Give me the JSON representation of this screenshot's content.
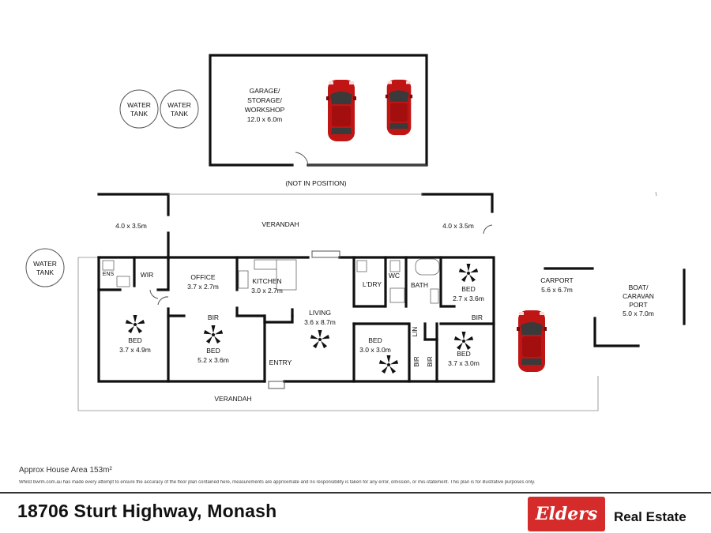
{
  "colors": {
    "car_body": "#c01515",
    "car_dark": "#7a0808",
    "wall": "#111111",
    "brand_red": "#d62b2b"
  },
  "tanks": [
    {
      "label": "WATER\nTANK"
    },
    {
      "label": "WATER\nTANK"
    },
    {
      "label": "WATER\nTANK"
    }
  ],
  "garage": {
    "title_lines": [
      "GARAGE/",
      "STORAGE/",
      "WORKSHOP"
    ],
    "size": "12.0 x 6.0m",
    "note": "(NOT IN POSITION)"
  },
  "rooms": {
    "verandah_top": "VERANDAH",
    "verandah_bottom": "VERANDAH",
    "deck_left": "4.0 x 3.5m",
    "deck_right": "4.0 x 3.5m",
    "ens": "ENS",
    "wir": "WIR",
    "office": {
      "name": "OFFICE",
      "size": "3.7 x 2.7m"
    },
    "kitchen": {
      "name": "KITCHEN",
      "size": "3.0 x 2.7m"
    },
    "living": {
      "name": "LIVING",
      "size": "3.6 x 8.7m"
    },
    "ldry": "L'DRY",
    "wc": "WC",
    "bath": "BATH",
    "bed_tr": {
      "name": "BED",
      "size": "2.7 x 3.6m"
    },
    "bed_main": {
      "name": "BED",
      "size": "3.7 x 4.9m"
    },
    "bed_2": {
      "name": "BED",
      "size": "5.2 x 3.6m"
    },
    "bed_3": {
      "name": "BED",
      "size": "3.0 x 3.0m"
    },
    "bed_4": {
      "name": "BED",
      "size": "3.7 x 3.0m"
    },
    "bir_a": "BIR",
    "bir_b": "BIR",
    "bir_c": "BIR",
    "bir_d": "BIR",
    "lin": "LIN",
    "entry": "ENTRY",
    "carport": {
      "name": "CARPORT",
      "size": "5.6 x 6.7m"
    },
    "boat": {
      "lines": [
        "BOAT/",
        "CARAVAN",
        "PORT"
      ],
      "size": "5.0 x 7.0m"
    }
  },
  "footer": {
    "area": "Approx House Area 153m²",
    "disclaimer": "Whilst bwrm.com.au has made every attempt to ensure the accuracy of the floor plan contained here, measurements are approximate and no responsibility is taken for any error, omission, or mis-statement. This plan is for illustrative purposes only.",
    "address": "18706 Sturt Highway, Monash",
    "brand_logo": "Elders",
    "brand_suffix": "Real Estate"
  }
}
